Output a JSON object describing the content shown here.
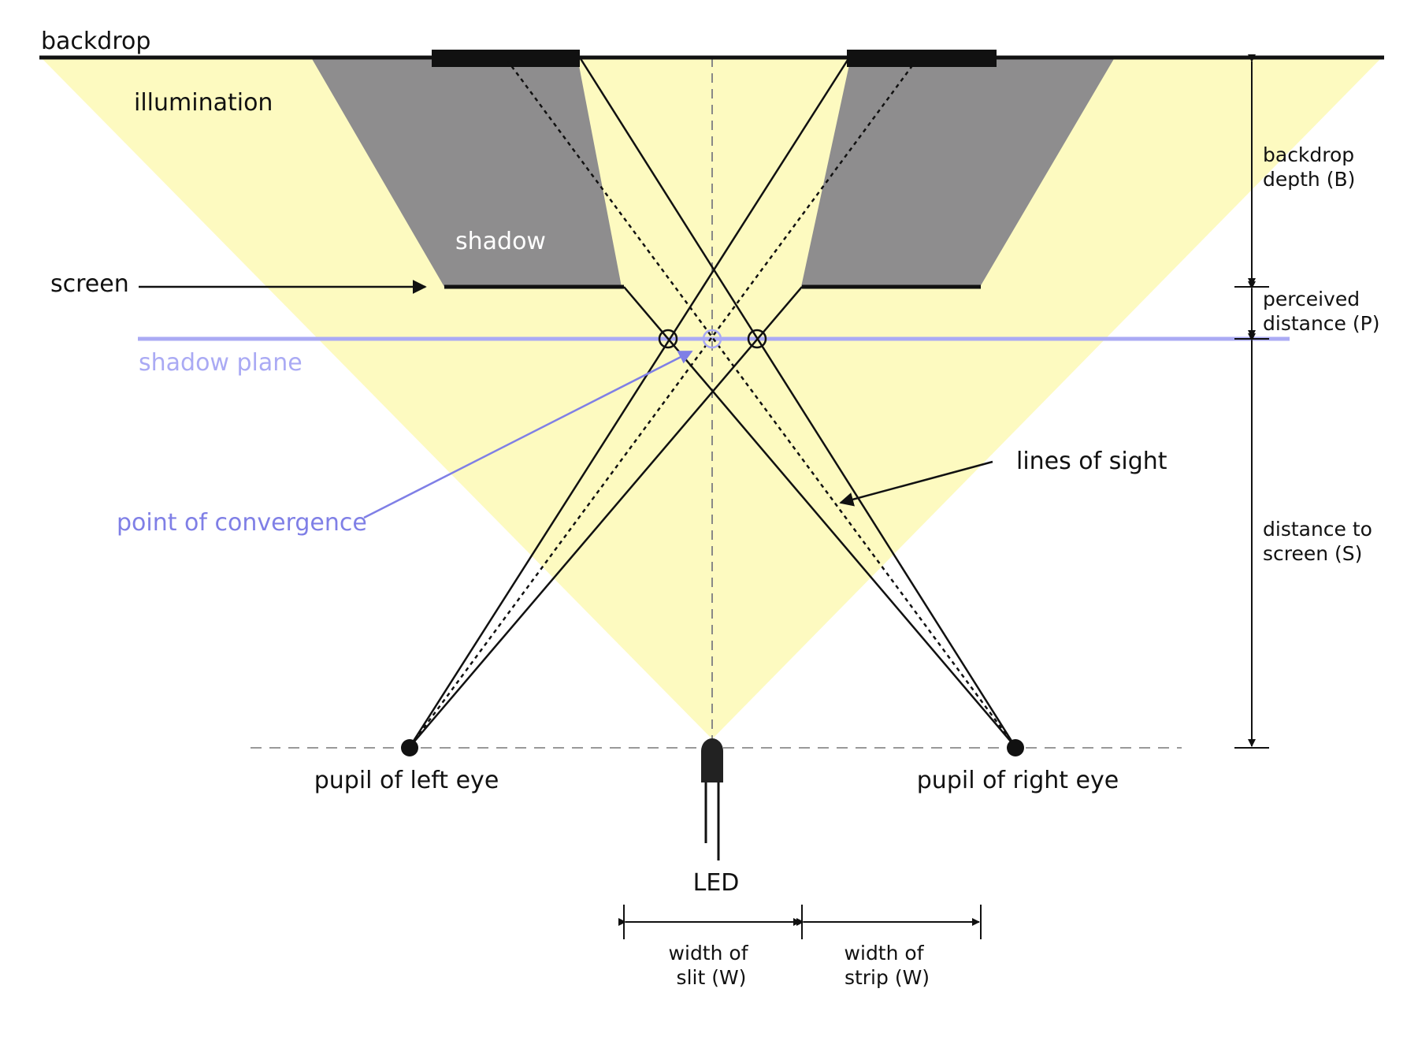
{
  "labels": {
    "backdrop": "backdrop",
    "illumination": "illumination",
    "shadow": "shadow",
    "screen": "screen",
    "shadow_plane": "shadow plane",
    "point_of_convergence": "point of convergence",
    "lines_of_sight": "lines of sight",
    "pupil_left": "pupil of left eye",
    "pupil_right": "pupil of right eye",
    "led": "LED",
    "backdrop_depth": [
      "backdrop",
      "depth (B)"
    ],
    "perceived_distance": [
      "perceived",
      "distance (P)"
    ],
    "distance_to_screen": [
      "distance to",
      "screen (S)"
    ],
    "width_of_slit": [
      "width of",
      "slit (W)"
    ],
    "width_of_strip": [
      "width of",
      "strip (W)"
    ]
  },
  "colors": {
    "illumination": "#fdfac0",
    "shadow": "#8e8d8e",
    "shadow_plane": "#aaaaf4",
    "convergence_label": "#7f7fe6",
    "line": "#111111",
    "baseline_dash": "#999999"
  }
}
